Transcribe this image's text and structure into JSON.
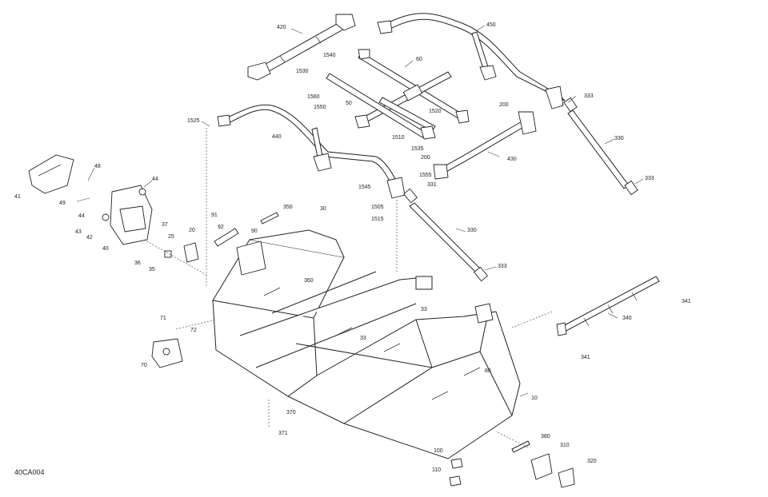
{
  "diagram_code": "40CA004",
  "callouts": [
    {
      "id": "420",
      "text": "420"
    },
    {
      "id": "450",
      "text": "450"
    },
    {
      "id": "1540",
      "text": "1540"
    },
    {
      "id": "1530",
      "text": "1530"
    },
    {
      "id": "1560",
      "text": "1560"
    },
    {
      "id": "1550",
      "text": "1550"
    },
    {
      "id": "60",
      "text": "60"
    },
    {
      "id": "50",
      "text": "50"
    },
    {
      "id": "1520",
      "text": "1520"
    },
    {
      "id": "1510",
      "text": "1510"
    },
    {
      "id": "200a",
      "text": "200"
    },
    {
      "id": "333a",
      "text": "333"
    },
    {
      "id": "1525",
      "text": "1525"
    },
    {
      "id": "440",
      "text": "440"
    },
    {
      "id": "330a",
      "text": "330"
    },
    {
      "id": "1535",
      "text": "1535"
    },
    {
      "id": "200b",
      "text": "200"
    },
    {
      "id": "430",
      "text": "430"
    },
    {
      "id": "1555",
      "text": "1555"
    },
    {
      "id": "333b",
      "text": "333"
    },
    {
      "id": "1545",
      "text": "1545"
    },
    {
      "id": "331",
      "text": "331"
    },
    {
      "id": "1505",
      "text": "1505"
    },
    {
      "id": "1515",
      "text": "1515"
    },
    {
      "id": "48",
      "text": "48"
    },
    {
      "id": "44a",
      "text": "44"
    },
    {
      "id": "41",
      "text": "41"
    },
    {
      "id": "49",
      "text": "49"
    },
    {
      "id": "44b",
      "text": "44"
    },
    {
      "id": "43",
      "text": "43"
    },
    {
      "id": "42",
      "text": "42"
    },
    {
      "id": "40",
      "text": "40"
    },
    {
      "id": "37",
      "text": "37"
    },
    {
      "id": "20",
      "text": "20"
    },
    {
      "id": "25",
      "text": "25"
    },
    {
      "id": "36",
      "text": "36"
    },
    {
      "id": "35",
      "text": "35"
    },
    {
      "id": "91",
      "text": "91"
    },
    {
      "id": "92",
      "text": "92"
    },
    {
      "id": "90",
      "text": "90"
    },
    {
      "id": "350",
      "text": "350"
    },
    {
      "id": "30",
      "text": "30"
    },
    {
      "id": "330b",
      "text": "330"
    },
    {
      "id": "333c",
      "text": "333"
    },
    {
      "id": "360",
      "text": "360"
    },
    {
      "id": "33a",
      "text": "33"
    },
    {
      "id": "341a",
      "text": "341"
    },
    {
      "id": "340",
      "text": "340"
    },
    {
      "id": "71",
      "text": "71"
    },
    {
      "id": "72",
      "text": "72"
    },
    {
      "id": "70",
      "text": "70"
    },
    {
      "id": "33b",
      "text": "33"
    },
    {
      "id": "341b",
      "text": "341"
    },
    {
      "id": "80",
      "text": "80"
    },
    {
      "id": "10",
      "text": "10"
    },
    {
      "id": "370",
      "text": "370"
    },
    {
      "id": "371",
      "text": "371"
    },
    {
      "id": "380",
      "text": "380"
    },
    {
      "id": "310",
      "text": "310"
    },
    {
      "id": "100",
      "text": "100"
    },
    {
      "id": "320",
      "text": "320"
    },
    {
      "id": "110",
      "text": "110"
    }
  ]
}
